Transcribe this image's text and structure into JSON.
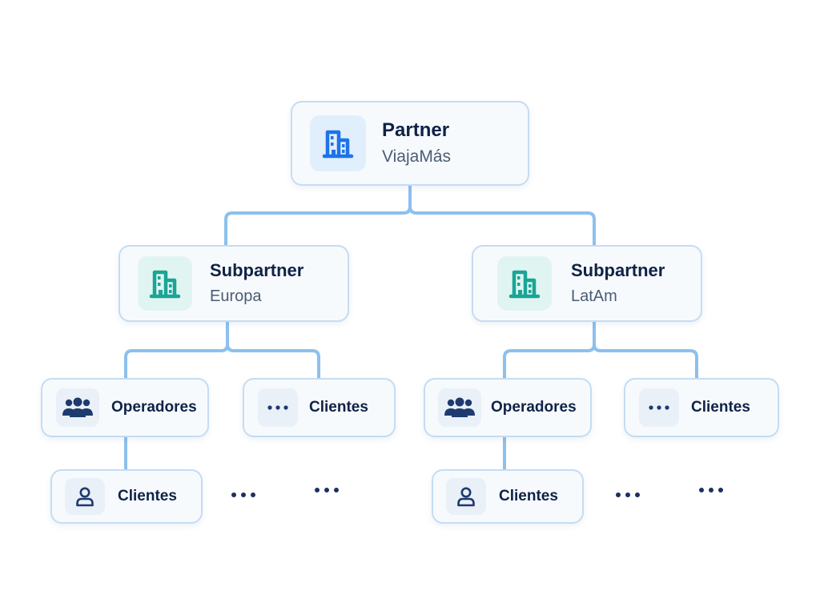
{
  "colors": {
    "connector": "#8cc0ee",
    "partner_icon": "#1e73e8",
    "subpartner_icon": "#1aa596",
    "people_icon": "#1e3a6e"
  },
  "partner": {
    "title": "Partner",
    "name": "ViajaMás",
    "icon": "building-icon"
  },
  "subpartners": [
    {
      "title": "Subpartner",
      "name": "Europa",
      "icon": "building-icon",
      "children": [
        {
          "label": "Operadores",
          "icon": "users-group-icon"
        },
        {
          "label": "Clientes",
          "icon": "ellipsis-icon"
        }
      ],
      "grandchild": {
        "label": "Clientes",
        "icon": "user-icon"
      }
    },
    {
      "title": "Subpartner",
      "name": "LatAm",
      "icon": "building-icon",
      "children": [
        {
          "label": "Operadores",
          "icon": "users-group-icon"
        },
        {
          "label": "Clientes",
          "icon": "ellipsis-icon"
        }
      ],
      "grandchild": {
        "label": "Clientes",
        "icon": "user-icon"
      }
    }
  ]
}
